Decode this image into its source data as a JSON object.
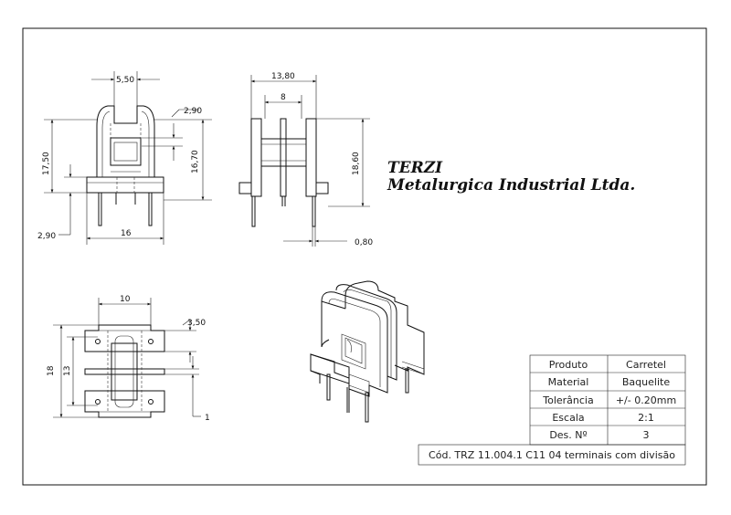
{
  "company": {
    "name": "TERZI",
    "subtitle": "Metalurgica Industrial Ltda."
  },
  "dimensions": {
    "front": {
      "top_width": "5,50",
      "slot": "2,90",
      "height_left": "17,50",
      "height_right": "16,70",
      "base_offset": "2,90",
      "base_width": "16"
    },
    "side": {
      "overall_width": "13,80",
      "inner_width": "8",
      "height": "18,60",
      "pin": "0,80"
    },
    "top": {
      "width": "10",
      "offset": "3,50",
      "height_outer": "18",
      "height_inner": "13",
      "gap": "1"
    }
  },
  "title_block": {
    "rows": [
      {
        "label": "Produto",
        "value": "Carretel"
      },
      {
        "label": "Material",
        "value": "Baquelite"
      },
      {
        "label": "Tolerância",
        "value": "+/- 0.20mm"
      },
      {
        "label": "Escala",
        "value": "2:1"
      },
      {
        "label": "Des. Nº",
        "value": "3"
      }
    ],
    "code": "Cód. TRZ 11.004.1 C11 04 terminais com divisão"
  }
}
